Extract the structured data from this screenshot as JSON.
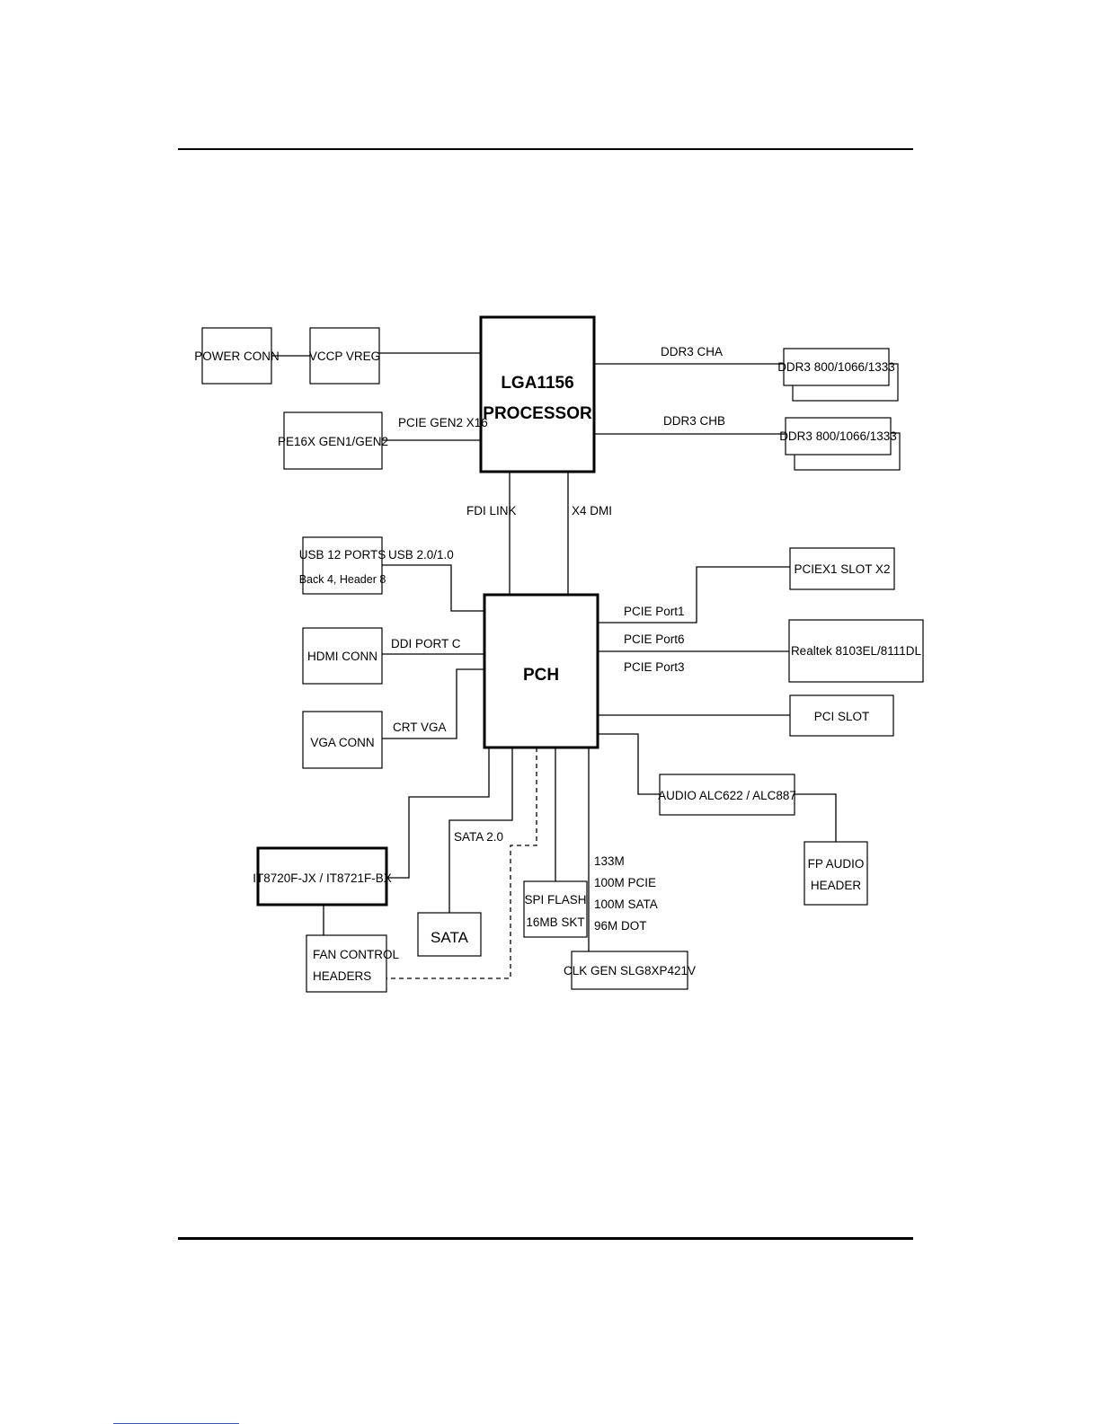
{
  "blocks": {
    "power_conn": "POWER CONN",
    "vccp_vreg": "VCCP VREG",
    "processor_line1": "LGA1156",
    "processor_line2": "PROCESSOR",
    "pe16x": "PE16X GEN1/GEN2",
    "ddr3_a": "DDR3 800/1066/1333",
    "ddr3_b": "DDR3 800/1066/1333",
    "usb_line1": "USB 12 PORTS",
    "usb_line2": "Back 4, Header 8",
    "hdmi_conn": "HDMI CONN",
    "vga_conn": "VGA CONN",
    "pch": "PCH",
    "pciex1_slot": "PCIEX1 SLOT X2",
    "realtek": "Realtek 8103EL/8111DL",
    "pci_slot": "PCI SLOT",
    "audio": "AUDIO ALC622 / ALC887",
    "fp_audio_line1": "FP AUDIO",
    "fp_audio_line2": "HEADER",
    "superio": "IT8720F-JX / IT8721F-BX",
    "fan_line1": "FAN CONTROL",
    "fan_line2": "HEADERS",
    "sata": "SATA",
    "spi_line1": "SPI FLASH",
    "spi_line2": "16MB SKT",
    "clkgen": "CLK GEN SLG8XP421V"
  },
  "links": {
    "pcie_gen2_x16": "PCIE GEN2 X16",
    "ddr3_cha": "DDR3 CHA",
    "ddr3_chb": "DDR3 CHB",
    "fdi_link": "FDI LINK",
    "x4_dmi": "X4 DMI",
    "usb_20_10": "USB 2.0/1.0",
    "ddi_port_c": "DDI PORT C",
    "crt_vga": "CRT VGA",
    "pcie_port1": "PCIE Port1",
    "pcie_port6": "PCIE Port6",
    "pcie_port3": "PCIE Port3",
    "sata_20": "SATA 2.0",
    "clk_133m": "133M",
    "clk_100m_pcie": "100M PCIE",
    "clk_100m_sata": "100M SATA",
    "clk_96m_dot": "96M DOT"
  }
}
